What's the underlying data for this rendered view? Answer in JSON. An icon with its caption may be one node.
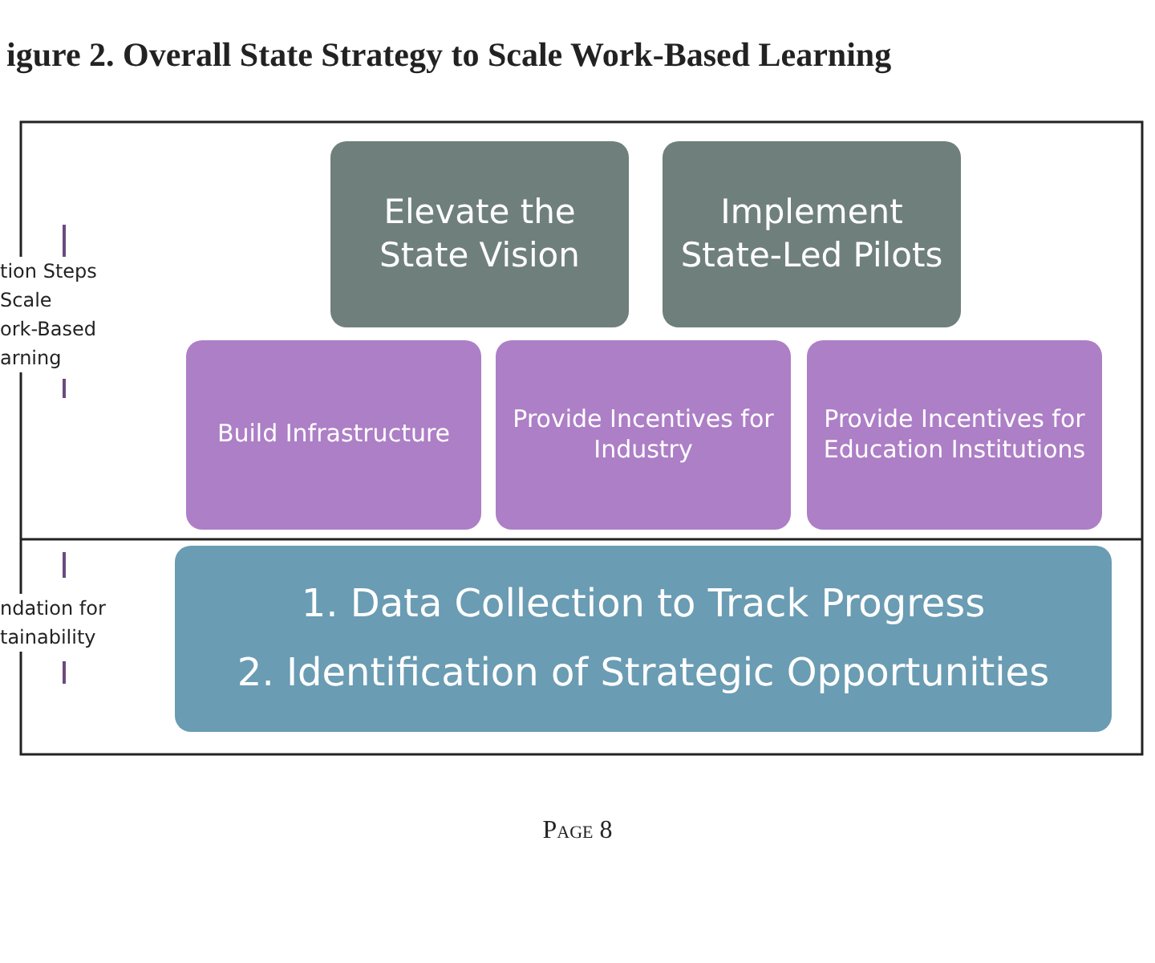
{
  "diagram": {
    "title": "igure 2. Overall State Strategy to Scale Work-Based Learning",
    "nodes": [
      {
        "text": [
          "Elevate the State Vision"
        ]
      },
      {
        "text": [
          "Implement State-Led Pilots"
        ]
      },
      {
        "text": [
          "Build Infrastructure"
        ]
      },
      {
        "text": [
          "Provide Incentives for Industry"
        ]
      },
      {
        "text": [
          "Provide Incentives for Education Institutions"
        ]
      },
      {
        "text": [
          "1. Data Collection to Track Progress",
          "2. Identification of Strategic Opportunities"
        ]
      }
    ],
    "edges": [],
    "labels": [
      "tion Steps Scale ork-Based arning",
      "ndation for tainability",
      "Page 8"
    ]
  }
}
